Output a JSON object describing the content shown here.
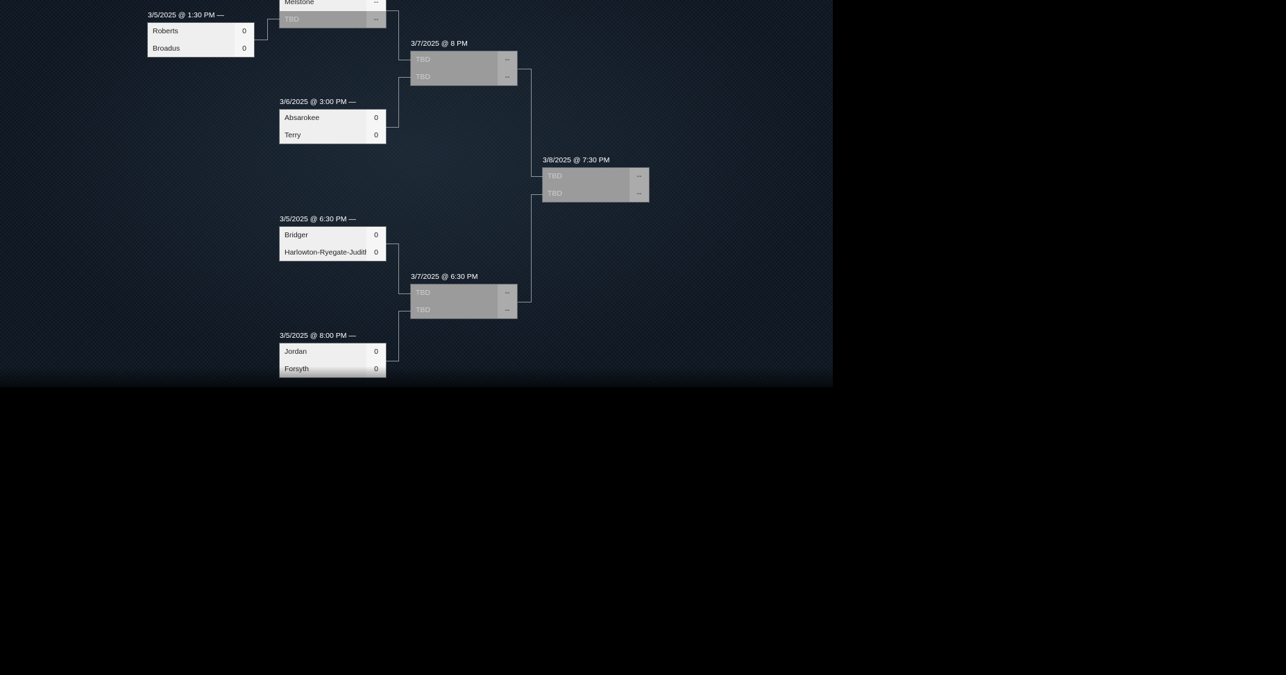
{
  "matches": [
    {
      "id": "m1",
      "label": "3/5/2025 @ 1:30 PM —",
      "state": "set",
      "teams": [
        {
          "name": "Roberts",
          "score": "0"
        },
        {
          "name": "Broadus",
          "score": "0"
        }
      ]
    },
    {
      "id": "m2",
      "label": "",
      "state": "mixed",
      "teams": [
        {
          "name": "Melstone",
          "score": "--"
        },
        {
          "name": "TBD",
          "score": "--"
        }
      ]
    },
    {
      "id": "m3",
      "label": "3/6/2025 @ 3:00 PM —",
      "state": "set",
      "teams": [
        {
          "name": "Absarokee",
          "score": "0"
        },
        {
          "name": "Terry",
          "score": "0"
        }
      ]
    },
    {
      "id": "m4",
      "label": "3/5/2025 @ 6:30 PM —",
      "state": "set",
      "teams": [
        {
          "name": "Bridger",
          "score": "0"
        },
        {
          "name": "Harlowton-Ryegate-Judith",
          "score": "0"
        }
      ]
    },
    {
      "id": "m5",
      "label": "3/5/2025 @ 8:00 PM —",
      "state": "set",
      "teams": [
        {
          "name": "Jordan",
          "score": "0"
        },
        {
          "name": "Forsyth",
          "score": "0"
        }
      ]
    },
    {
      "id": "m6",
      "label": "3/7/2025 @ 8 PM",
      "state": "tbd",
      "teams": [
        {
          "name": "TBD",
          "score": "--"
        },
        {
          "name": "TBD",
          "score": "--"
        }
      ]
    },
    {
      "id": "m7",
      "label": "3/7/2025 @ 6:30 PM",
      "state": "tbd",
      "teams": [
        {
          "name": "TBD",
          "score": "--"
        },
        {
          "name": "TBD",
          "score": "--"
        }
      ]
    },
    {
      "id": "m8",
      "label": "3/8/2025 @ 7:30 PM",
      "state": "tbd",
      "teams": [
        {
          "name": "TBD",
          "score": "--"
        },
        {
          "name": "TBD",
          "score": "--"
        }
      ]
    }
  ]
}
